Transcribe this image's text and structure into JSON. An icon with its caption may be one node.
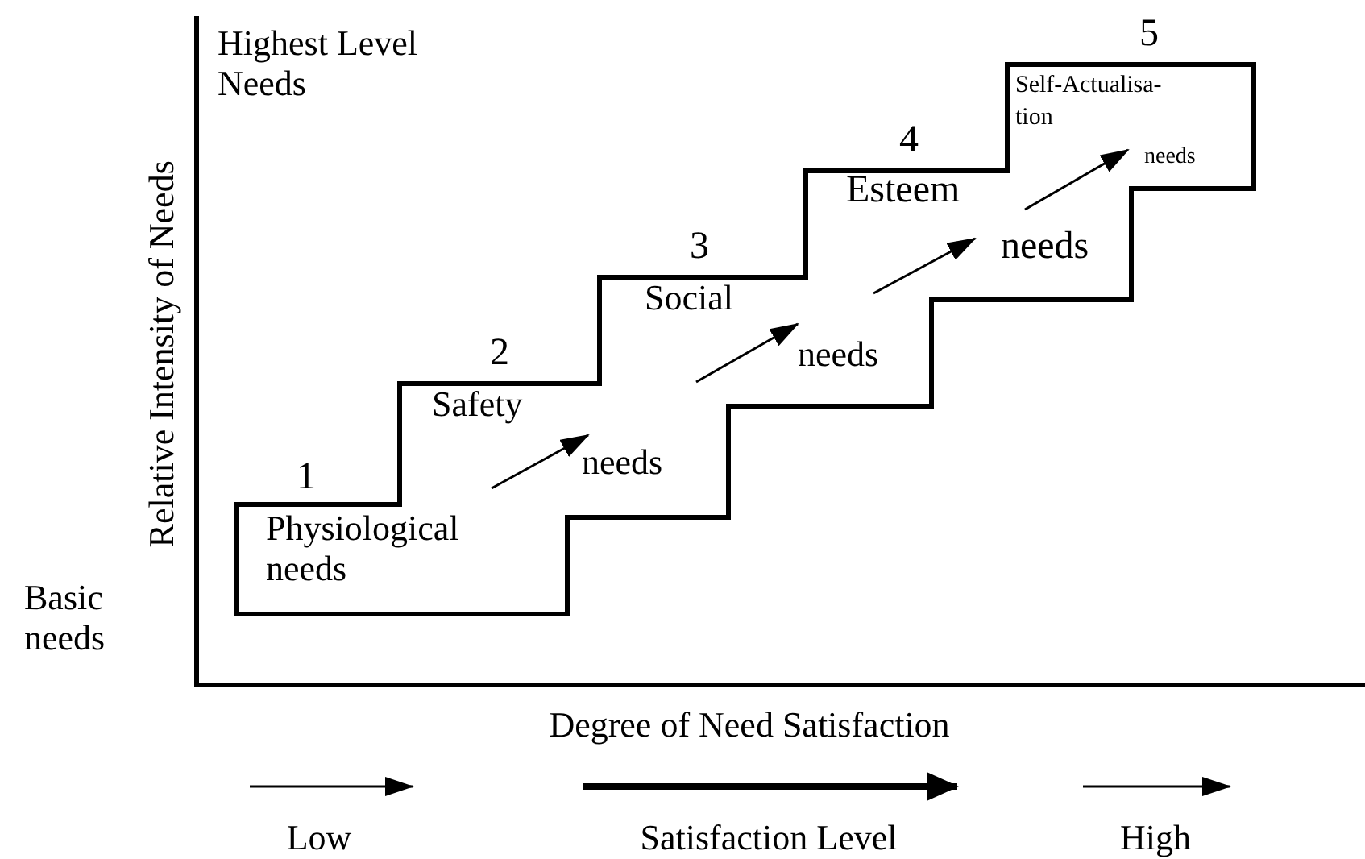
{
  "diagram": {
    "nodes": [
      {
        "text": [
          "1",
          "Physiological needs"
        ]
      },
      {
        "text": [
          "2",
          "Safety",
          "needs"
        ]
      },
      {
        "text": [
          "3",
          "Social",
          "needs"
        ]
      },
      {
        "text": [
          "4",
          "Esteem",
          "needs"
        ]
      },
      {
        "text": [
          "5",
          "Self-Actualisa- tion",
          "needs"
        ]
      }
    ],
    "edges": [
      {
        "from": 0,
        "to": 1,
        "arrow": "to"
      },
      {
        "from": 1,
        "to": 2,
        "arrow": "to"
      },
      {
        "from": 2,
        "to": 3,
        "arrow": "to"
      },
      {
        "from": 3,
        "to": 4,
        "arrow": "to"
      }
    ],
    "labels": [
      "Highest Level Needs",
      "Relative Intensity of Needs",
      "Basic needs",
      "Degree of Need Satisfaction",
      "Low",
      "Satisfaction Level",
      "High"
    ]
  }
}
